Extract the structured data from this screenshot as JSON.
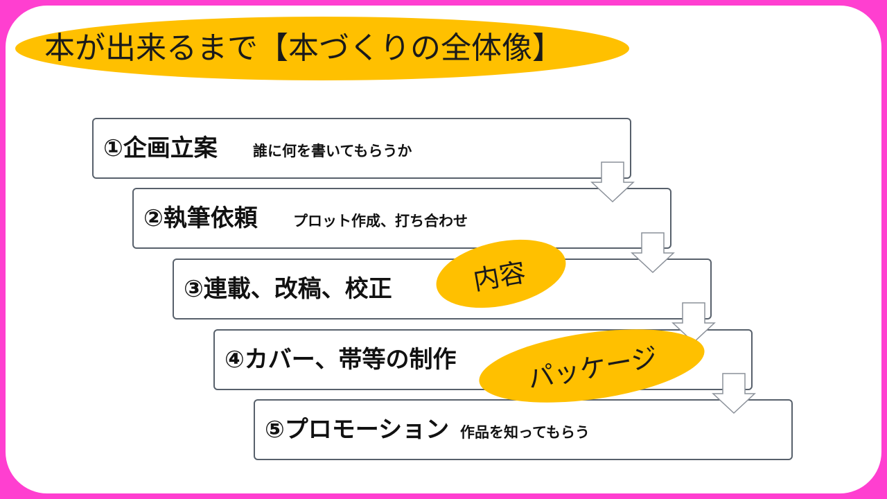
{
  "title": "本が出来るまで【本づくりの全体像】",
  "steps": [
    {
      "main": "①企画立案",
      "sub": "誰に何を書いてもらうか"
    },
    {
      "main": "②執筆依頼",
      "sub": "プロット作成、打ち合わせ"
    },
    {
      "main": "③連載、改稿、校正",
      "sub": ""
    },
    {
      "main": "④カバー、帯等の制作",
      "sub": ""
    },
    {
      "main": "⑤プロモーション",
      "sub": "作品を知ってもらう"
    }
  ],
  "tags": {
    "content": "内容",
    "package": "パッケージ"
  },
  "colors": {
    "frame": "#ff3fd0",
    "accent": "#ffc000",
    "box_border": "#57606b"
  }
}
